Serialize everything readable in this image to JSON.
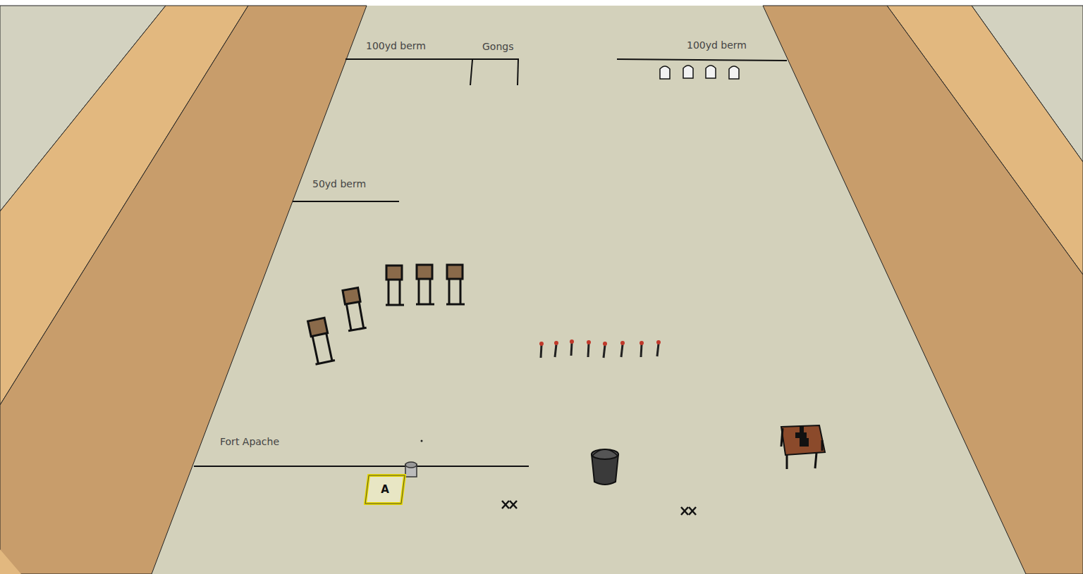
{
  "diagram": {
    "nodes": [
      {
        "text": [
          "A"
        ]
      }
    ],
    "labels": [
      "100yd berm",
      "Gongs",
      "100yd berm",
      "50yd berm",
      "Fort Apache"
    ]
  }
}
